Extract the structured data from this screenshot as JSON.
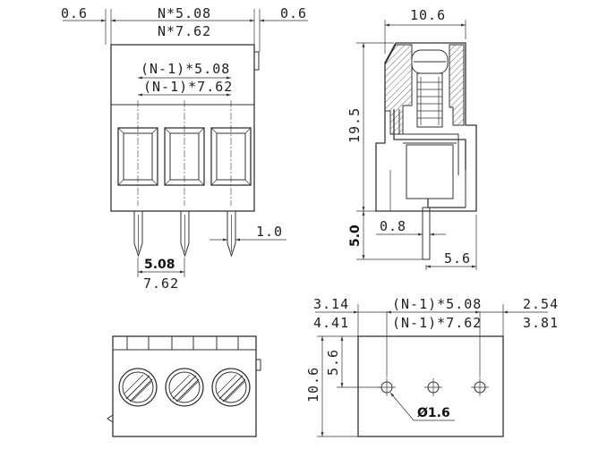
{
  "front_view": {
    "dim_left_margin": "0.6",
    "dim_total_n_508": "N*5.08",
    "dim_total_n_762": "N*7.62",
    "dim_right_margin": "0.6",
    "dim_pitch_n1_508": "(N-1)*5.08",
    "dim_pitch_n1_762": "(N-1)*7.62",
    "dim_pin_width": "1.0",
    "dim_pitch_508": "5.08",
    "dim_pitch_762": "7.62"
  },
  "side_view": {
    "dim_width": "10.6",
    "dim_height": "19.5",
    "dim_pin_length": "5.0",
    "dim_pin_thickness": "0.8",
    "dim_pin_offset": "5.6"
  },
  "pcb_layout": {
    "dim_left_508": "3.14",
    "dim_left_762": "4.41",
    "dim_pitch_n1_508": "(N-1)*5.08",
    "dim_pitch_n1_762": "(N-1)*7.62",
    "dim_right_508": "2.54",
    "dim_right_762": "3.81",
    "dim_height": "10.6",
    "dim_hole_offset": "5.6",
    "dim_hole_diameter": "Ø1.6"
  }
}
